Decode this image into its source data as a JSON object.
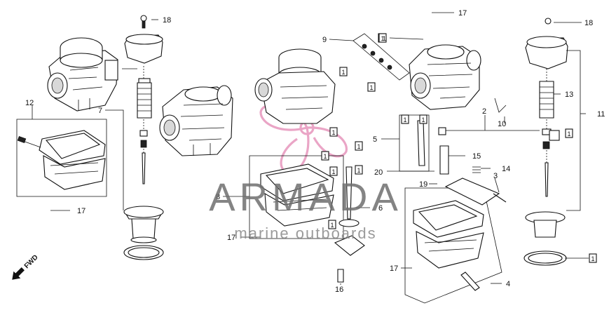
{
  "callouts": {
    "c1": "1",
    "c2": "2",
    "c3": "3",
    "c4": "4",
    "c5": "5",
    "c6": "6",
    "c7": "7",
    "c8": "8",
    "c9": "9",
    "c10": "10",
    "c11": "11",
    "c12": "12",
    "c13": "13",
    "c14": "14",
    "c15": "15",
    "c16": "16",
    "c17a": "17",
    "c17b": "17",
    "c17c": "17",
    "c17d": "17",
    "c18a": "18",
    "c18b": "18",
    "c19": "19",
    "c20": "20"
  },
  "boxed_one": "1",
  "direction_label": "FWD",
  "watermark": {
    "brand": "ARMADA",
    "tagline": "marine outboards"
  },
  "colors": {
    "line": "#111111",
    "watermark_pink": "#e58fb8",
    "watermark_gray": "#6f6f6f"
  }
}
